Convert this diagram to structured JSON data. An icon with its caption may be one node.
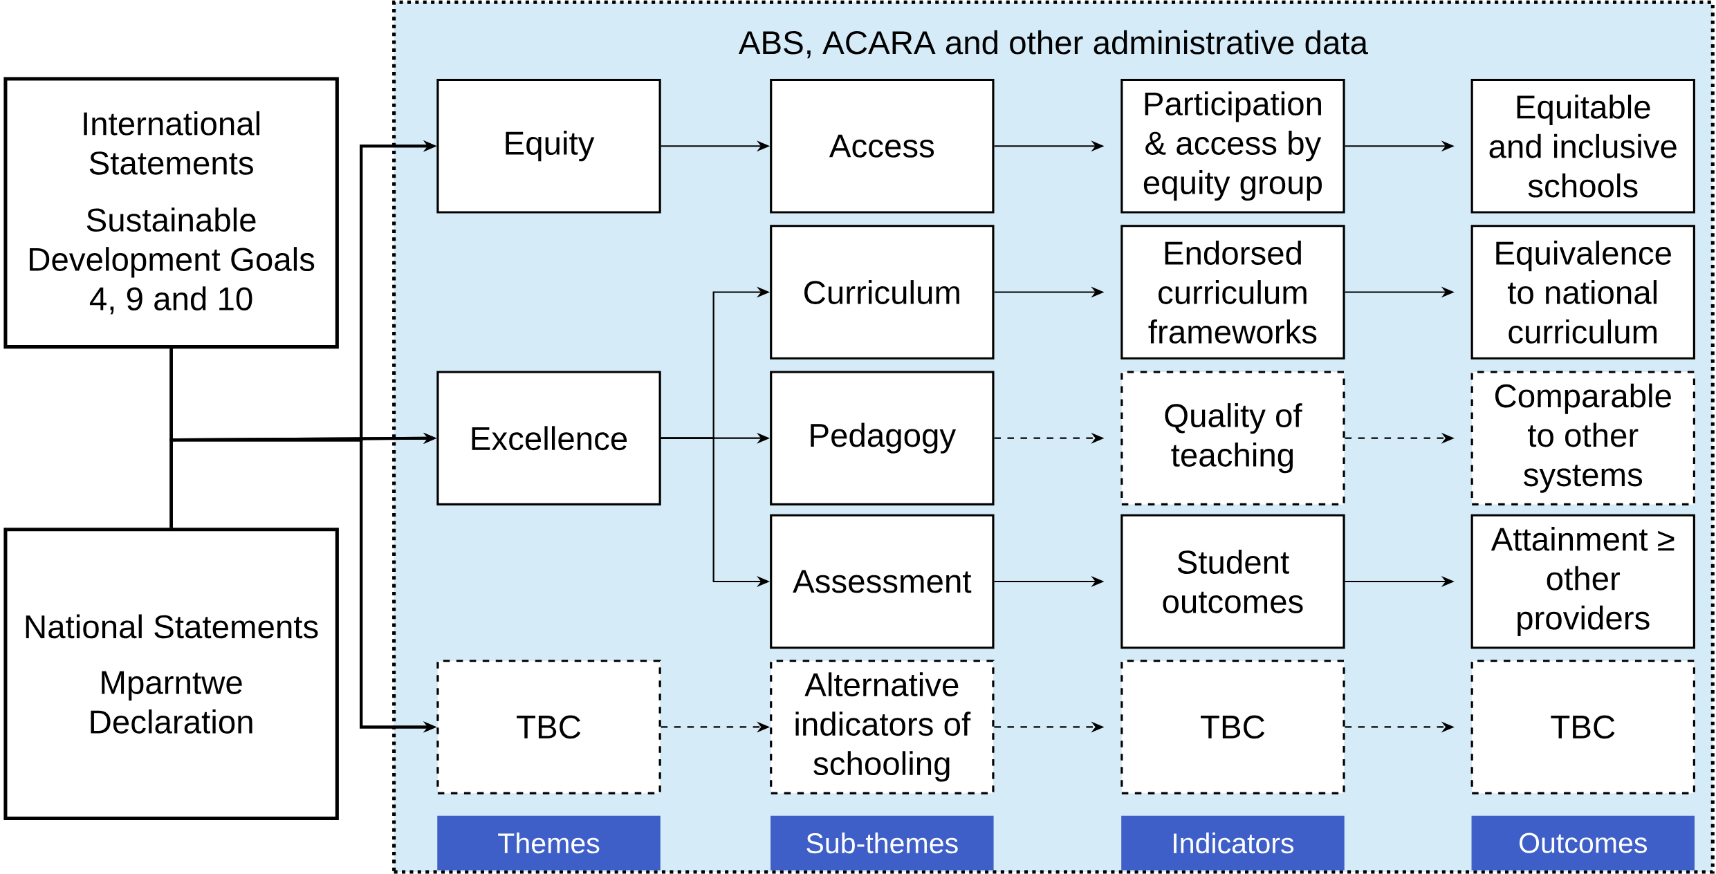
{
  "diagram": {
    "nodes": [
      {
        "text": [
          "International Statements",
          "Sustainable Development Goals 4, 9 and 10"
        ]
      },
      {
        "text": [
          "National Statements",
          "Mparntwe Declaration"
        ]
      },
      {
        "text": [
          "ABS, ACARA and other administrative data"
        ]
      },
      {
        "text": [
          "Equity"
        ],
        "in": 2
      },
      {
        "text": [
          "Access"
        ],
        "in": 2
      },
      {
        "text": [
          "Participation & access by equity group"
        ],
        "in": 2
      },
      {
        "text": [
          "Equitable and inclusive schools"
        ],
        "in": 2
      },
      {
        "text": [
          "Curriculum"
        ],
        "in": 2
      },
      {
        "text": [
          "Endorsed curriculum frameworks"
        ],
        "in": 2
      },
      {
        "text": [
          "Equivalence to national curriculum"
        ],
        "in": 2
      },
      {
        "text": [
          "Excellence"
        ],
        "in": 2
      },
      {
        "text": [
          "Pedagogy"
        ],
        "in": 2
      },
      {
        "text": [
          "Quality of teaching"
        ],
        "in": 2
      },
      {
        "text": [
          "Comparable to other systems"
        ],
        "in": 2
      },
      {
        "text": [
          "Assessment"
        ],
        "in": 2
      },
      {
        "text": [
          "Student outcomes"
        ],
        "in": 2
      },
      {
        "text": [
          "Attainment ≥ other providers"
        ],
        "in": 2
      },
      {
        "text": [
          "TBC"
        ],
        "in": 2
      },
      {
        "text": [
          "Alternative indicators of schooling"
        ],
        "in": 2
      },
      {
        "text": [
          "TBC"
        ],
        "in": 2
      },
      {
        "text": [
          "TBC"
        ],
        "in": 2
      },
      {
        "text": [
          "Themes"
        ],
        "in": 2
      },
      {
        "text": [
          "Sub-themes"
        ],
        "in": 2
      },
      {
        "text": [
          "Indicators"
        ],
        "in": 2
      },
      {
        "text": [
          "Outcomes"
        ],
        "in": 2
      }
    ],
    "edges": [
      {
        "from": 0,
        "to": 3,
        "arrow": "to"
      },
      {
        "from": 0,
        "to": 10,
        "arrow": "to"
      },
      {
        "from": 0,
        "to": 17,
        "arrow": "to"
      },
      {
        "from": 1,
        "to": 3,
        "arrow": "to"
      },
      {
        "from": 1,
        "to": 10,
        "arrow": "to"
      },
      {
        "from": 1,
        "to": 17,
        "arrow": "to"
      },
      {
        "from": 3,
        "to": 4,
        "arrow": "to"
      },
      {
        "from": 4,
        "to": 5,
        "arrow": "to"
      },
      {
        "from": 5,
        "to": 6,
        "arrow": "to"
      },
      {
        "from": 10,
        "to": 7,
        "arrow": "to"
      },
      {
        "from": 10,
        "to": 11,
        "arrow": "to"
      },
      {
        "from": 10,
        "to": 14,
        "arrow": "to"
      },
      {
        "from": 7,
        "to": 8,
        "arrow": "to"
      },
      {
        "from": 8,
        "to": 9,
        "arrow": "to"
      },
      {
        "from": 11,
        "to": 12,
        "arrow": "to",
        "style": "dashed"
      },
      {
        "from": 12,
        "to": 13,
        "arrow": "to",
        "style": "dashed"
      },
      {
        "from": 14,
        "to": 15,
        "arrow": "to"
      },
      {
        "from": 15,
        "to": 16,
        "arrow": "to"
      },
      {
        "from": 17,
        "to": 18,
        "arrow": "to",
        "style": "dashed"
      },
      {
        "from": 18,
        "to": 19,
        "arrow": "to",
        "style": "dashed"
      },
      {
        "from": 19,
        "to": 20,
        "arrow": "to",
        "style": "dashed"
      }
    ]
  }
}
